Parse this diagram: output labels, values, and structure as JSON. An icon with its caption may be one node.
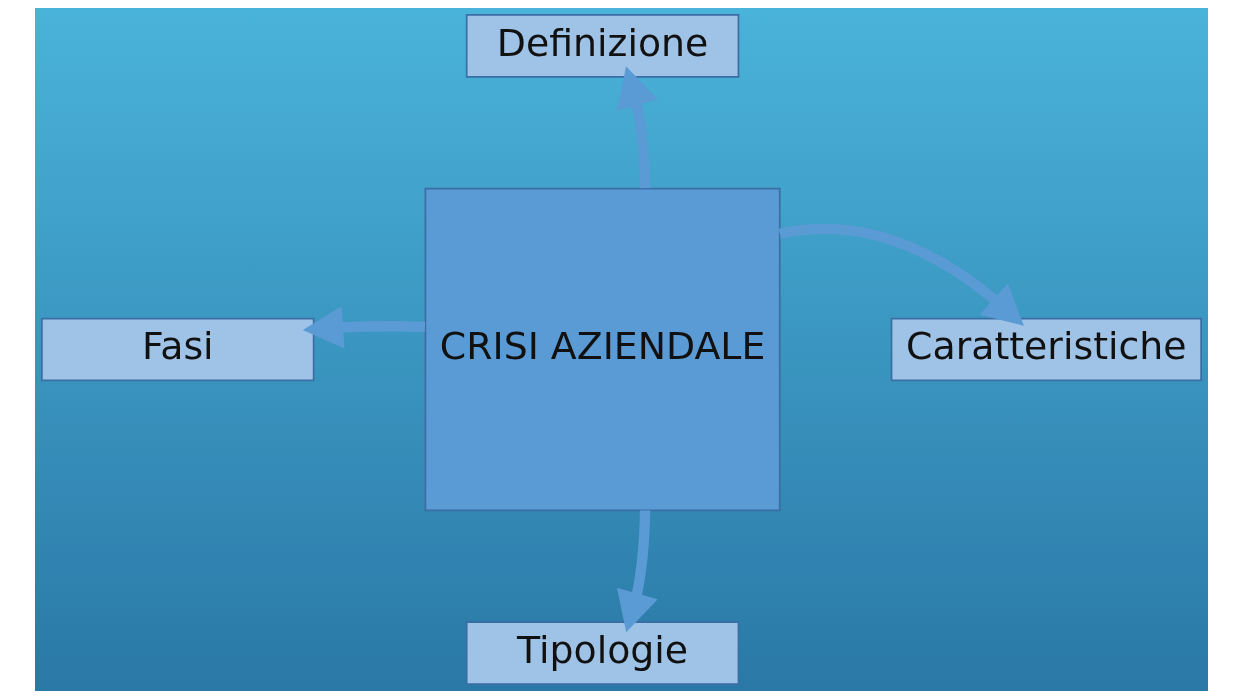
{
  "diagram": {
    "nodes": [
      {
        "text": [
          "CRISI AZIENDALE"
        ]
      },
      {
        "text": [
          "Definizione"
        ]
      },
      {
        "text": [
          "Fasi"
        ]
      },
      {
        "text": [
          "Caratteristiche"
        ]
      },
      {
        "text": [
          "Tipologie"
        ]
      }
    ],
    "edges": [
      {
        "from": 0,
        "to": 1,
        "arrow": "to"
      },
      {
        "from": 0,
        "to": 2,
        "arrow": "to"
      },
      {
        "from": 0,
        "to": 3,
        "arrow": "to"
      },
      {
        "from": 0,
        "to": 4,
        "arrow": "to"
      }
    ]
  }
}
